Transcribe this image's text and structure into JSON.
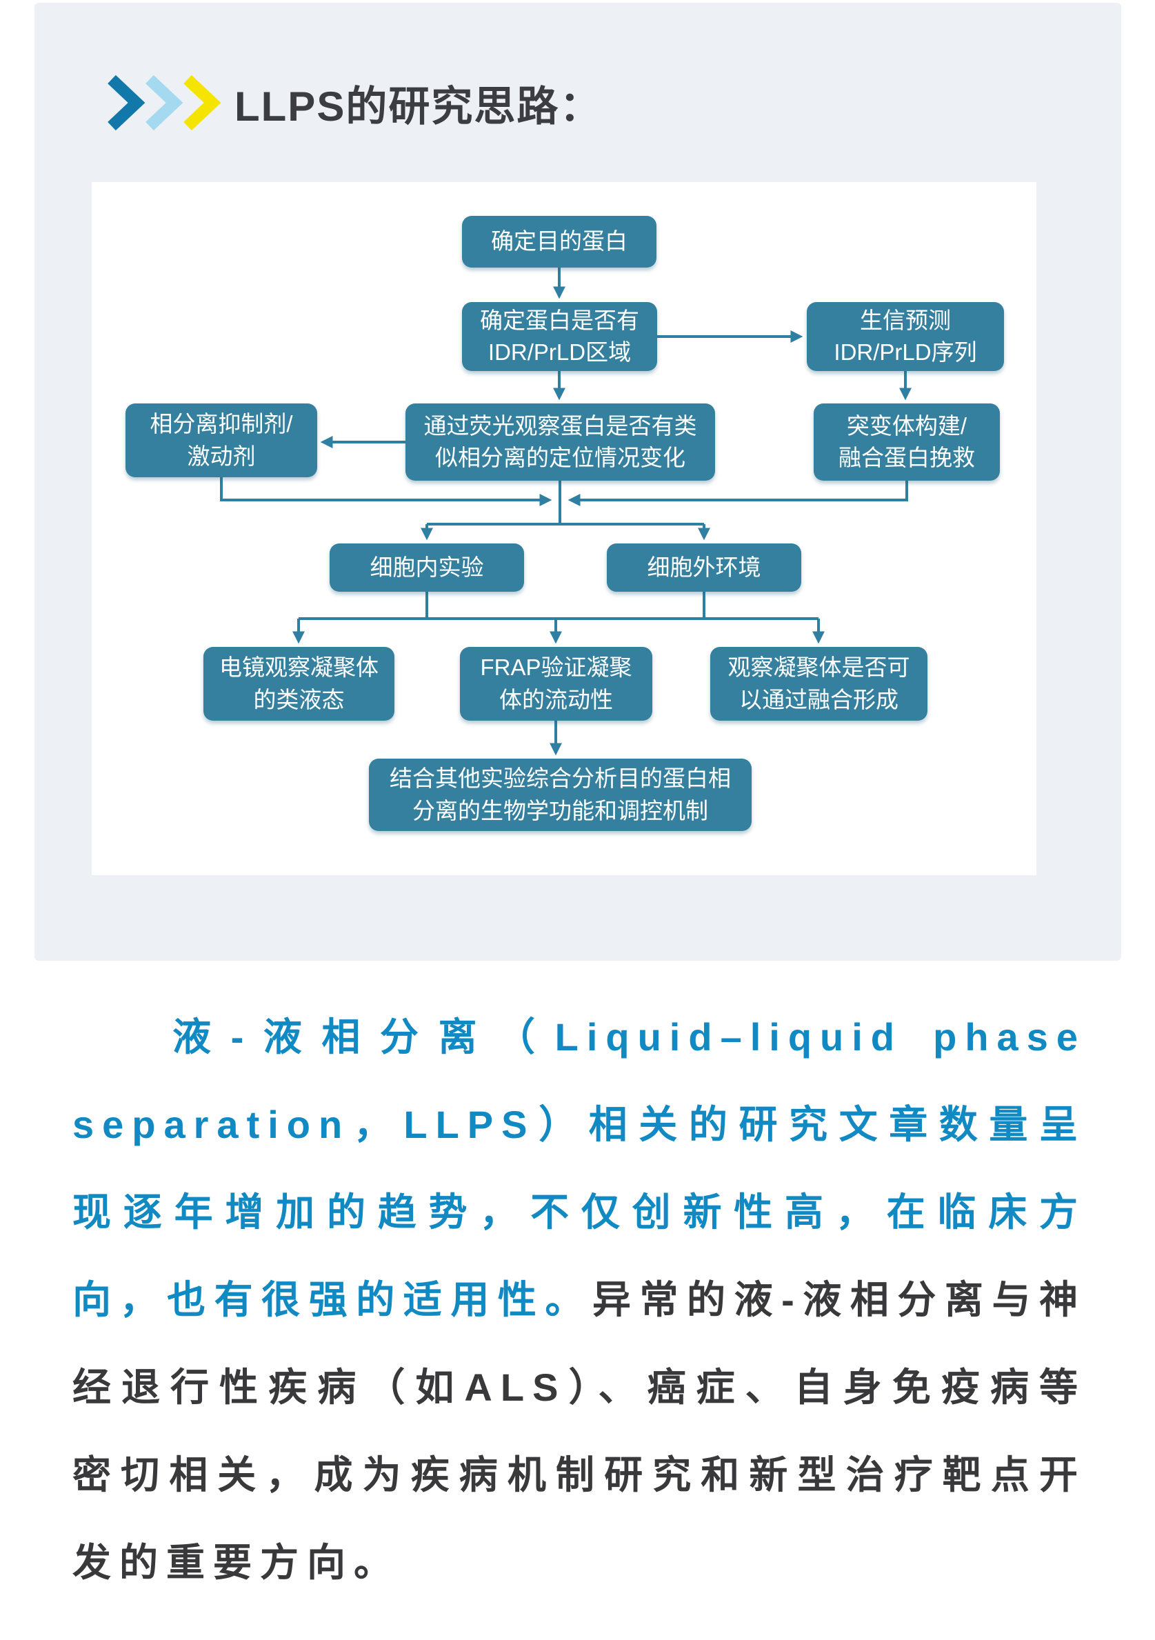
{
  "header": {
    "title": "LLPS的研究思路："
  },
  "flowchart": {
    "boxes": [
      {
        "id": "target-protein",
        "label": "确定目的蛋白"
      },
      {
        "id": "check-idr",
        "label": "确定蛋白是否有\nIDR/PrLD区域"
      },
      {
        "id": "bioinfo-predict",
        "label": "生信预测\nIDR/PrLD序列"
      },
      {
        "id": "inhibitor-agonist",
        "label": "相分离抑制剂/\n激动剂"
      },
      {
        "id": "fluorescence-观察",
        "label": "通过荧光观察蛋白是否有类\n似相分离的定位情况变化"
      },
      {
        "id": "mutant-rescue",
        "label": "突变体构建/\n融合蛋白挽救"
      },
      {
        "id": "in-cell-experiment",
        "label": "细胞内实验"
      },
      {
        "id": "extracellular-env",
        "label": "细胞外环境"
      },
      {
        "id": "em-liquid-like",
        "label": "电镜观察凝聚体\n的类液态"
      },
      {
        "id": "frap-fluidity",
        "label": "FRAP验证凝聚\n体的流动性"
      },
      {
        "id": "fusion-observe",
        "label": "观察凝聚体是否可\n以通过融合形成"
      },
      {
        "id": "integrated-analysis",
        "label": "结合其他实验综合分析目的蛋白相\n分离的生物学功能和调控机制"
      }
    ],
    "edges": [
      {
        "from": "target-protein",
        "to": "check-idr"
      },
      {
        "from": "check-idr",
        "to": "bioinfo-predict"
      },
      {
        "from": "check-idr",
        "to": "fluorescence-观察"
      },
      {
        "from": "bioinfo-predict",
        "to": "mutant-rescue"
      },
      {
        "from": "fluorescence-观察",
        "to": "inhibitor-agonist"
      },
      {
        "from": "inhibitor-agonist",
        "to": "join-center"
      },
      {
        "from": "mutant-rescue",
        "to": "join-center"
      },
      {
        "from": "fluorescence-观察",
        "to": "in-cell-experiment"
      },
      {
        "from": "fluorescence-观察",
        "to": "extracellular-env"
      },
      {
        "from": "in-cell-experiment",
        "to": "em-liquid-like"
      },
      {
        "from": "in-cell-experiment",
        "to": "frap-fluidity"
      },
      {
        "from": "extracellular-env",
        "to": "fusion-observe"
      },
      {
        "from": "frap-fluidity",
        "to": "integrated-analysis"
      }
    ]
  },
  "paragraph": {
    "highlight": "液-液相分离（Liquid–liquid phase separation，LLPS）相关的研究文章数量呈现逐年增加的趋势，不仅创新性高，在临床方向，也有很强的适用性。",
    "rest": "异常的液-液相分离与神经退行性疾病（如ALS）、癌症、自身免疫病等密切相关，成为疾病机制研究和新型治疗靶点开发的重要方向。"
  },
  "colors": {
    "teal": "#35809e",
    "arrow": "#2f7fa2",
    "chevron_dark_blue": "#1277a9",
    "chevron_light_blue": "#a5d9ef",
    "chevron_yellow": "#f5e400",
    "highlight_blue": "#1189c2",
    "body_ink": "#39393b",
    "card_gray": "#edf1f5",
    "title_ink": "#3b3d42"
  }
}
